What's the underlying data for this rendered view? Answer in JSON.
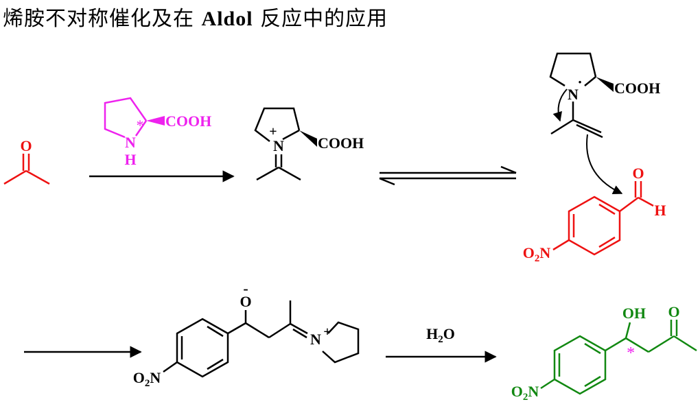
{
  "title": {
    "prefix": "烯胺不对称催化及在",
    "bold": "Aldol",
    "suffix": "反应中的应用"
  },
  "colors": {
    "black": "#000000",
    "red": "#ee1111",
    "magenta": "#ee22ee",
    "green": "#118811"
  },
  "acetone": {
    "o": "O"
  },
  "proline": {
    "cooh": "COOH",
    "n": "N",
    "h": "H",
    "star": "*"
  },
  "iminium": {
    "n": "N",
    "plus": "+",
    "cooh": "COOH"
  },
  "enamine": {
    "n": "N",
    "dot": "·",
    "cooh": "COOH"
  },
  "aldehyde": {
    "o": "O",
    "h": "H",
    "o2": "O",
    "sub2": "2",
    "n": "N"
  },
  "alkoxide": {
    "o": "O",
    "minus": "-",
    "n": "N",
    "plus": "+",
    "o2": "O",
    "sub2": "2",
    "n2": "N"
  },
  "reagent": {
    "h": "H",
    "sub2": "2",
    "o": "O"
  },
  "product": {
    "oh": "OH",
    "o": "O",
    "star": "*",
    "o2": "O",
    "sub2": "2",
    "n": "N"
  }
}
